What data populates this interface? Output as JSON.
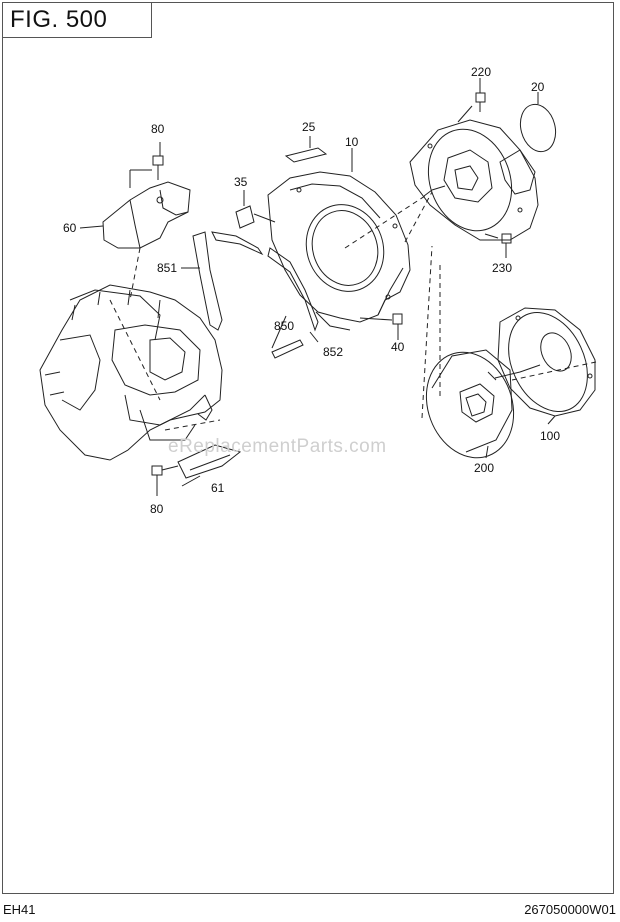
{
  "figure_label": "FIG. 500",
  "watermark": "eReplacementParts.com",
  "footer": {
    "model": "EH41",
    "doc_number": "267050000W01"
  },
  "callouts": [
    "80",
    "60",
    "35",
    "25",
    "10",
    "220",
    "20",
    "230",
    "851",
    "850",
    "852",
    "40",
    "100",
    "200",
    "61",
    "80"
  ]
}
